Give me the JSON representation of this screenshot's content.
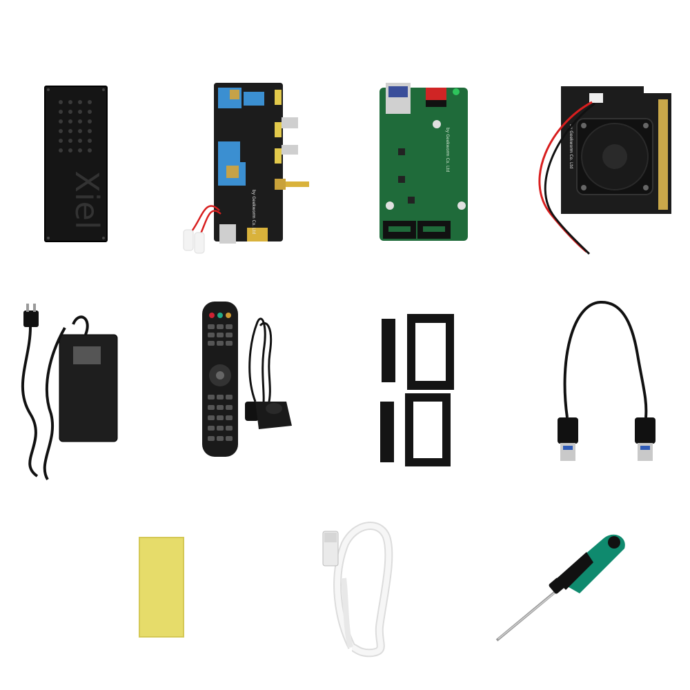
{
  "products": {
    "case_panel": {
      "name": "case-panel",
      "marking": "Xiel"
    },
    "audio_board": {
      "name": "audio-board",
      "marking": "by Geekworm Co. Ltd"
    },
    "sata_board": {
      "name": "sata-board",
      "marking": "by Geekworm Co. Ltd"
    },
    "fan_board": {
      "name": "fan-board",
      "marking": "by Geekworm Co. Ltd"
    }
  },
  "colors": {
    "background": "#ffffff",
    "black_pcb": "#1c1c1c",
    "green_pcb": "#1f6b3a",
    "cable_white": "#f2f2f2",
    "sponge_yellow": "#e6dc6a",
    "screwdriver_green": "#0f8a6e",
    "wire_red": "#d81e1e"
  }
}
